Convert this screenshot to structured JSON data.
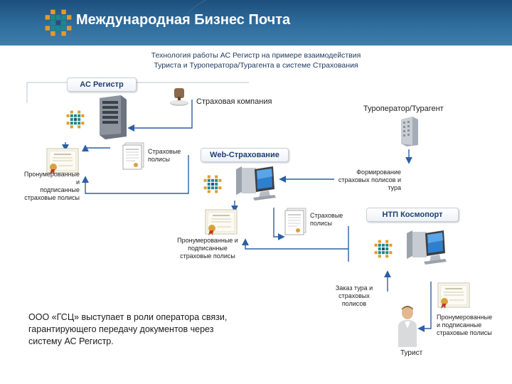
{
  "header": {
    "title": "Международная Бизнес Почта"
  },
  "slide": {
    "subtitle_line1": "Технология  работы  АС Регистр  на  примере  взаимодействия",
    "subtitle_line2": "Туриста  и Туроператора/Турагента  в  системе  Страхования"
  },
  "nodes": {
    "as_register": "АС Регистр",
    "insurance_company": "Страховая компания",
    "tour_operator": "Туроператор/Турагент",
    "web_insurance": "Web-Страхование",
    "ntp_kosmoport": "НТП Космопорт",
    "tourist": "Турист"
  },
  "labels": {
    "policies_top_l1": "Страховые",
    "policies_top_l2": "полисы",
    "numbered_left_l1": "Пронумерованные и",
    "numbered_left_l2": "подписанные",
    "numbered_left_l3": "страховые полисы",
    "forming_l1": "Формирование",
    "forming_l2": "страховых полисов и",
    "forming_l3": "тура",
    "policies_mid_l1": "Страховые",
    "policies_mid_l2": "полисы",
    "numbered_mid_l1": "Пронумерованные и",
    "numbered_mid_l2": "подписанные",
    "numbered_mid_l3": "страховые полисы",
    "order_l1": "Заказ тура и",
    "order_l2": "страховых",
    "order_l3": "полисов",
    "numbered_right_l1": "Пронумерованные",
    "numbered_right_l2": "и подписанные",
    "numbered_right_l3": "страховые полисы"
  },
  "note": {
    "line1": "ООО «ГСЦ» выступает в роли оператора связи,",
    "line2": "гарантирующего передачу документов через",
    "line3": "систему  АС Регистр."
  },
  "colors": {
    "header": "#2f6d9d",
    "logo_teal": "#1c8a8a",
    "logo_orange": "#e39a2a",
    "logo_blue": "#2a4b86",
    "arrow": "#2d5fa3",
    "pill_text": "#1c3f73"
  }
}
